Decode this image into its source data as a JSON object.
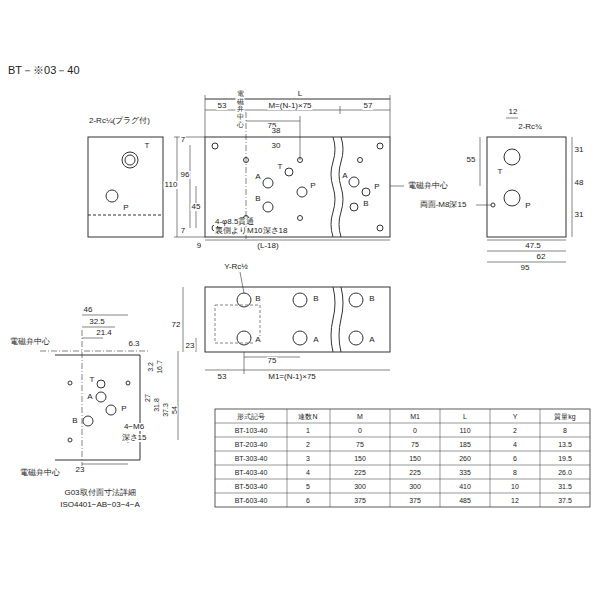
{
  "diagram": {
    "title": "BT－※03－40",
    "labels": [
      "2-Rc¼(プラグ付)",
      "T",
      "P",
      "L",
      "53",
      "M=(N-1)×75",
      "57",
      "75",
      "電磁弁中心",
      "38",
      "30",
      "T",
      "A",
      "P",
      "B",
      "A",
      "P",
      "B",
      "7",
      "110",
      "96",
      "45",
      "7",
      "9",
      "(L-18)",
      "4-φ8.5貫通",
      "裏側よりM10深さ18",
      "電磁弁中心",
      "12",
      "2-Rc¾",
      "55",
      "T",
      "P",
      "両面-M8深15",
      "31",
      "48",
      "31",
      "47.5",
      "62",
      "95",
      "Y-Rc½",
      "B",
      "B",
      "B",
      "A",
      "A",
      "A",
      "72",
      "23",
      "75",
      "53",
      "M1=(N-1)×75",
      "46",
      "32.5",
      "21.4",
      "6.3",
      "電磁弁中心",
      "T",
      "A",
      "P",
      "B",
      "3.2",
      "16.7",
      "27",
      "31.8",
      "37.3",
      "54",
      "4−M6",
      "深さ15",
      "電磁弁中心",
      "23",
      "G03取付面寸法詳細",
      "ISO4401−AB−03−4−A",
      "形式記号",
      "連数N",
      "M",
      "M1",
      "L",
      "Y",
      "質量kg",
      "BT-103-40",
      "1",
      "0",
      "0",
      "110",
      "2",
      "8",
      "BT-203-40",
      "2",
      "75",
      "75",
      "185",
      "4",
      "13.5",
      "BT-303-40",
      "3",
      "150",
      "150",
      "260",
      "6",
      "19.5",
      "BT-403-40",
      "4",
      "225",
      "225",
      "335",
      "8",
      "26.0",
      "BT-503-40",
      "5",
      "300",
      "300",
      "410",
      "10",
      "31.5",
      "BT-603-40",
      "6",
      "375",
      "375",
      "485",
      "12",
      "37.5"
    ]
  }
}
